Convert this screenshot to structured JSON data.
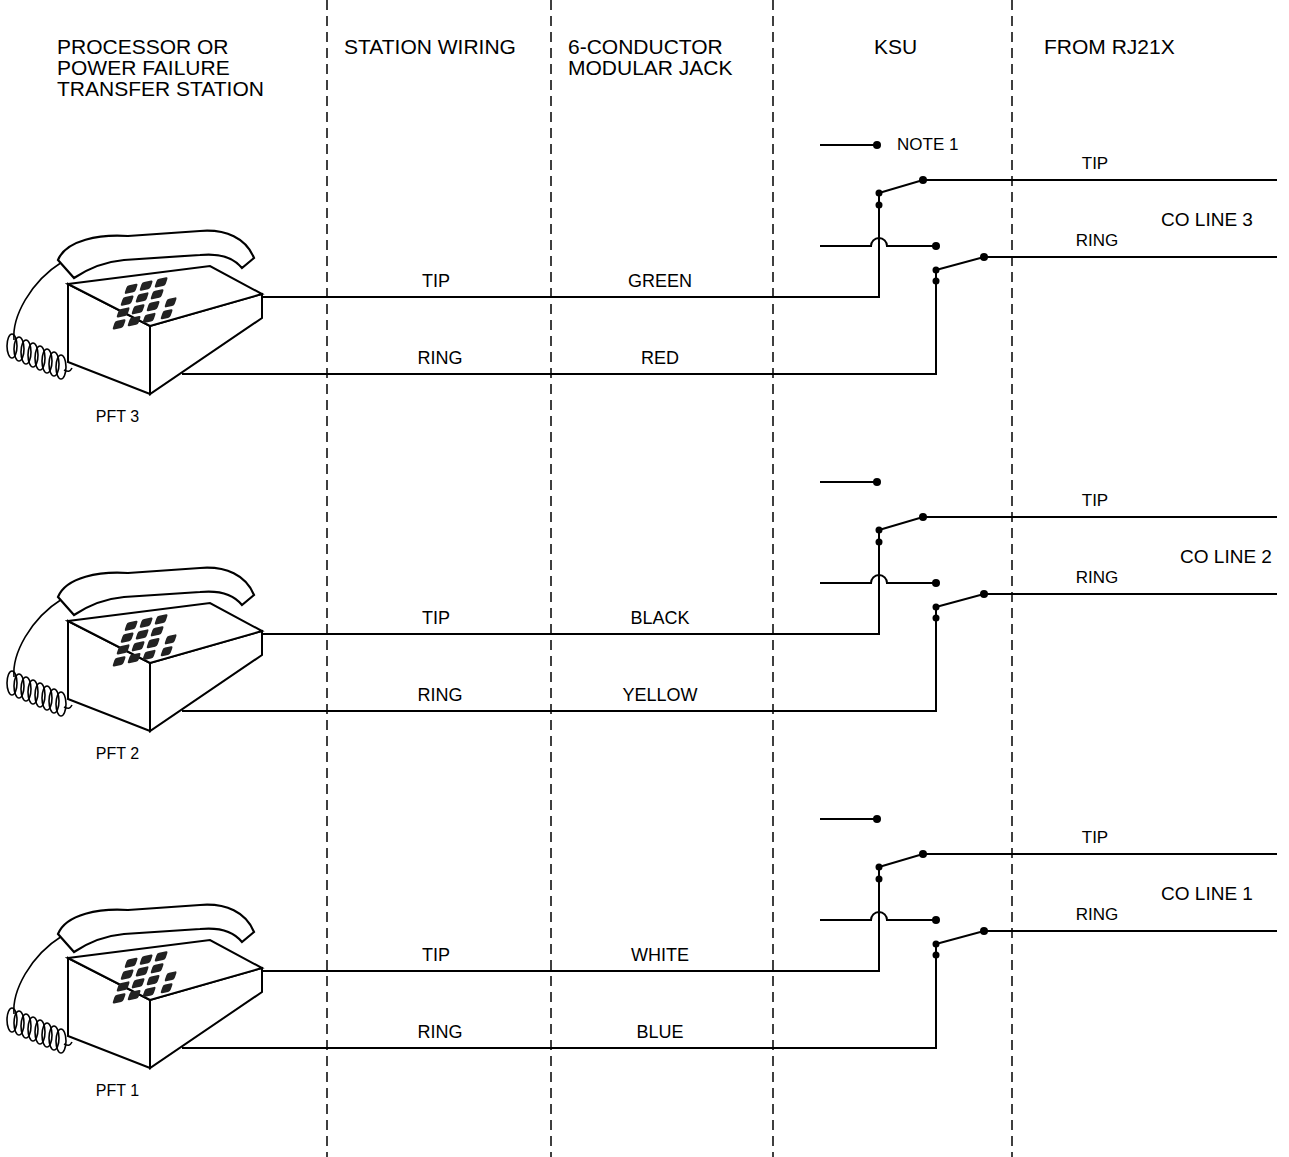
{
  "diagram": {
    "nodes": [
      {
        "text": [
          "PFT 3"
        ]
      },
      {
        "text": [
          "PFT 2"
        ]
      },
      {
        "text": [
          "PFT 1"
        ]
      }
    ],
    "labels": [
      "PROCESSOR OR POWER FAILURE TRANSFER STATION",
      "STATION WIRING",
      "6-CONDUCTOR MODULAR JACK",
      "KSU",
      "FROM RJ21X",
      "NOTE 1",
      "TIP",
      "CO LINE 3",
      "RING",
      "TIP",
      "GREEN",
      "RING",
      "RED",
      "TIP",
      "CO LINE 2",
      "RING",
      "TIP",
      "BLACK",
      "RING",
      "YELLOW",
      "TIP",
      "CO LINE 1",
      "RING",
      "TIP",
      "WHITE",
      "RING",
      "BLUE"
    ]
  }
}
